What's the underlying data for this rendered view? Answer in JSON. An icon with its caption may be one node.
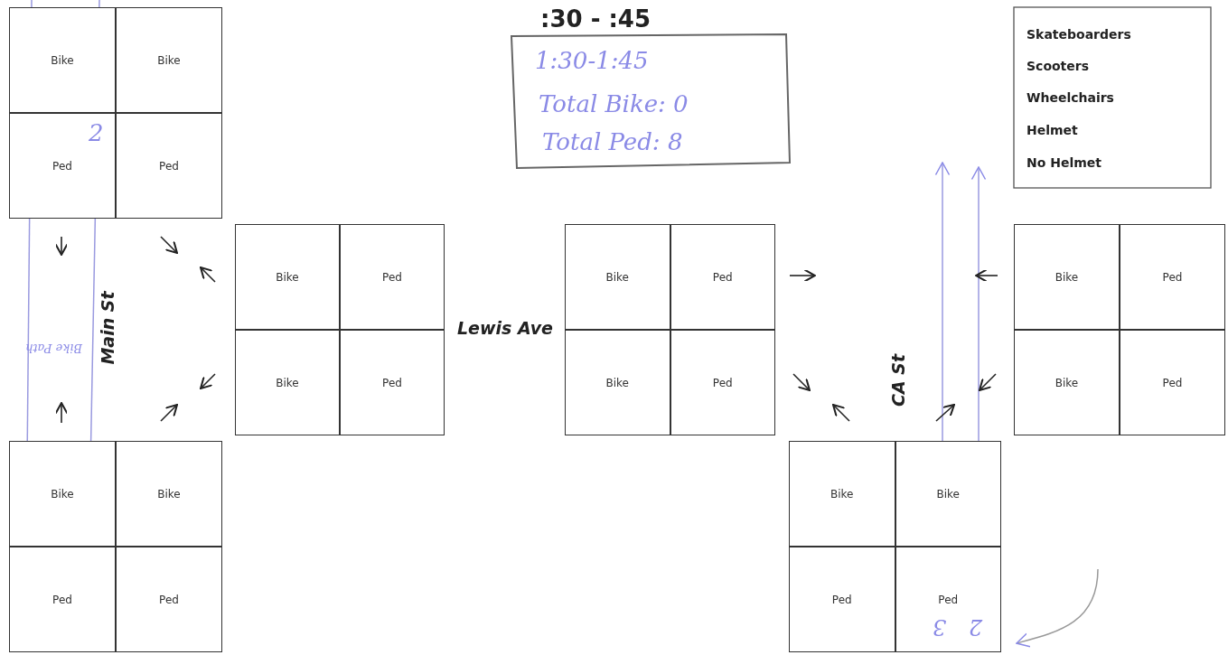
{
  "diagram": {
    "title": ":30 - :45",
    "labels": [
      "Bike",
      "Bike",
      "Ped",
      "Ped",
      "2",
      "1:30-1:45",
      "Total Bike: 0",
      "Total Ped: 8",
      "Skateboarders",
      "Scooters",
      "Wheelchairs",
      "Helmet",
      "No Helmet",
      "Bike",
      "Ped",
      "Bike",
      "Ped",
      "Main St",
      "Bike Path",
      "Lewis Ave",
      "Bike",
      "Ped",
      "Bike",
      "Ped",
      "Bike",
      "Ped",
      "Bike",
      "Ped",
      "CA St",
      "Bike",
      "Bike",
      "Ped",
      "Ped",
      "Bike",
      "Bike",
      "Ped",
      "Ped",
      "3",
      "2"
    ]
  }
}
